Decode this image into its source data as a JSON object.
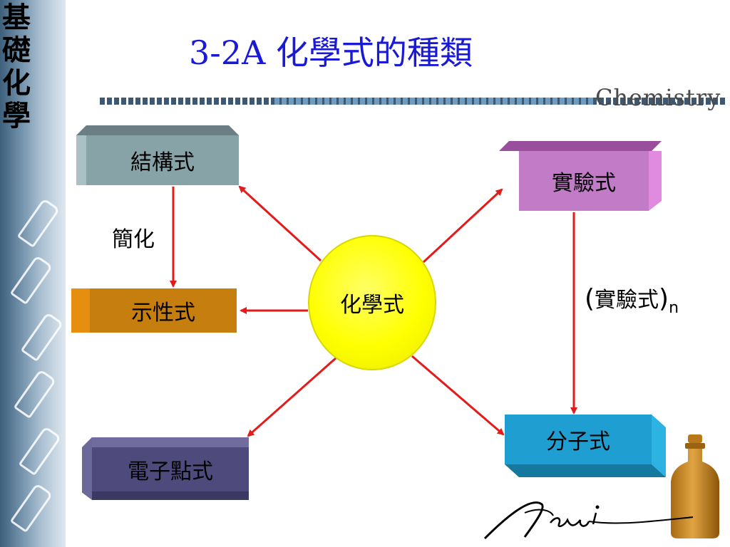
{
  "sidebar": {
    "title_chars": [
      "基",
      "礎",
      "化",
      "學"
    ]
  },
  "header": {
    "title": "3-2A 化學式的種類",
    "brand": "Chemistry"
  },
  "diagram": {
    "center": "化學式",
    "nodes": {
      "structural": "結構式",
      "empirical": "實驗式",
      "condensed": "示性式",
      "molecular": "分子式",
      "electron_dot": "電子點式"
    },
    "edge_labels": {
      "simplify": "簡化",
      "empirical_multiple": "實驗式",
      "empirical_multiple_open": "(",
      "empirical_multiple_close": ")",
      "empirical_multiple_sub": "n"
    }
  },
  "colors": {
    "title": "#1a1ad6",
    "arrow": "#e41b1b",
    "structural": "#87a3a8",
    "empirical": "#c27bc6",
    "condensed": "#c67e0f",
    "molecular": "#1f9fd1",
    "electron_dot": "#4f4a7c",
    "center": "#ffff00"
  }
}
